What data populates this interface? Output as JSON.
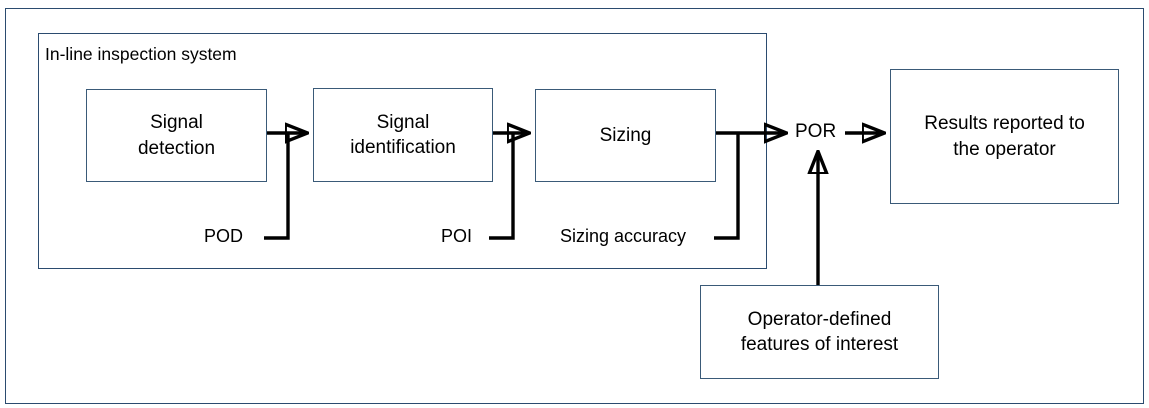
{
  "diagram": {
    "title_label": "In-line inspection system",
    "nodes": {
      "signal_detection": "Signal\ndetection",
      "signal_detection_line1": "Signal",
      "signal_detection_line2": "detection",
      "signal_identification_line1": "Signal",
      "signal_identification_line2": "identification",
      "sizing": "Sizing",
      "results_line1": "Results reported to",
      "results_line2": "the operator",
      "operator_features_line1": "Operator-defined",
      "operator_features_line2": "features of interest"
    },
    "edge_labels": {
      "pod": "POD",
      "poi": "POI",
      "sizing_accuracy": "Sizing accuracy",
      "por": "POR"
    },
    "colors": {
      "box_border": "#3a5a78",
      "frame_border": "#2b4b6f",
      "wire": "#000000",
      "text": "#000000",
      "background": "#ffffff"
    }
  }
}
